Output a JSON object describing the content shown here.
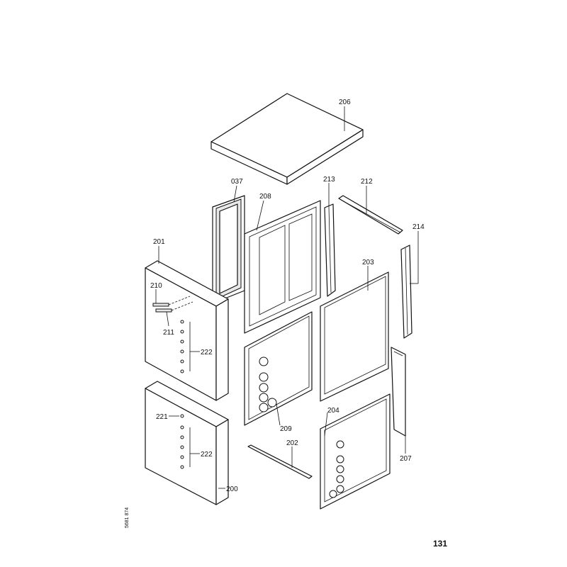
{
  "diagram": {
    "page_number": "131",
    "drawing_code": "5681 874",
    "labels": {
      "l206": "206",
      "l037": "037",
      "l208": "208",
      "l213": "213",
      "l212": "212",
      "l214": "214",
      "l201": "201",
      "l203": "203",
      "l210": "210",
      "l211": "211",
      "l222a": "222",
      "l209": "209",
      "l204": "204",
      "l221": "221",
      "l222b": "222",
      "l202": "202",
      "l207": "207",
      "l200": "200"
    }
  }
}
